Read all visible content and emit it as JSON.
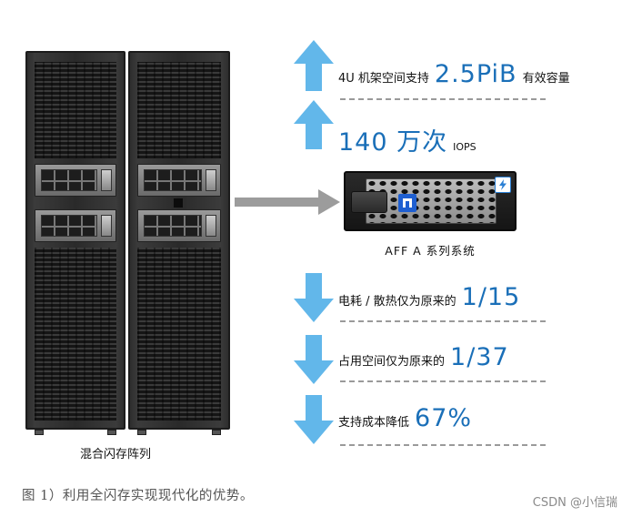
{
  "colors": {
    "blue_arrow": "#62b7ea",
    "stat_blue": "#1a6fb8",
    "gray_arrow": "#9c9c9c",
    "dashed_line": "#9a9a9a"
  },
  "icons": {
    "up_arrow": "up-arrow-icon",
    "down_arrow": "down-arrow-icon",
    "right_arrow": "right-arrow-icon",
    "netapp_logo": "netapp-logo-icon",
    "lightning": "lightning-icon"
  },
  "stats": {
    "capacity": {
      "prefix": "4U 机架空间支持",
      "value": "2.5PiB",
      "suffix": "有效容量"
    },
    "iops": {
      "prefix": "",
      "value": "140 万次",
      "suffix": "IOPS"
    },
    "power": {
      "prefix": "电耗 / 散热仅为原来的",
      "value": "1/15",
      "suffix": ""
    },
    "space": {
      "prefix": "占用空间仅为原来的",
      "value": "1/37",
      "suffix": ""
    },
    "cost": {
      "prefix": "支持成本降低",
      "value": "67%",
      "suffix": ""
    }
  },
  "device_label": "AFF A 系列系统",
  "rack_caption": "混合闪存阵列",
  "figure_caption": "图 1）利用全闪存实现现代化的优势。",
  "watermark": "CSDN @小信瑞"
}
